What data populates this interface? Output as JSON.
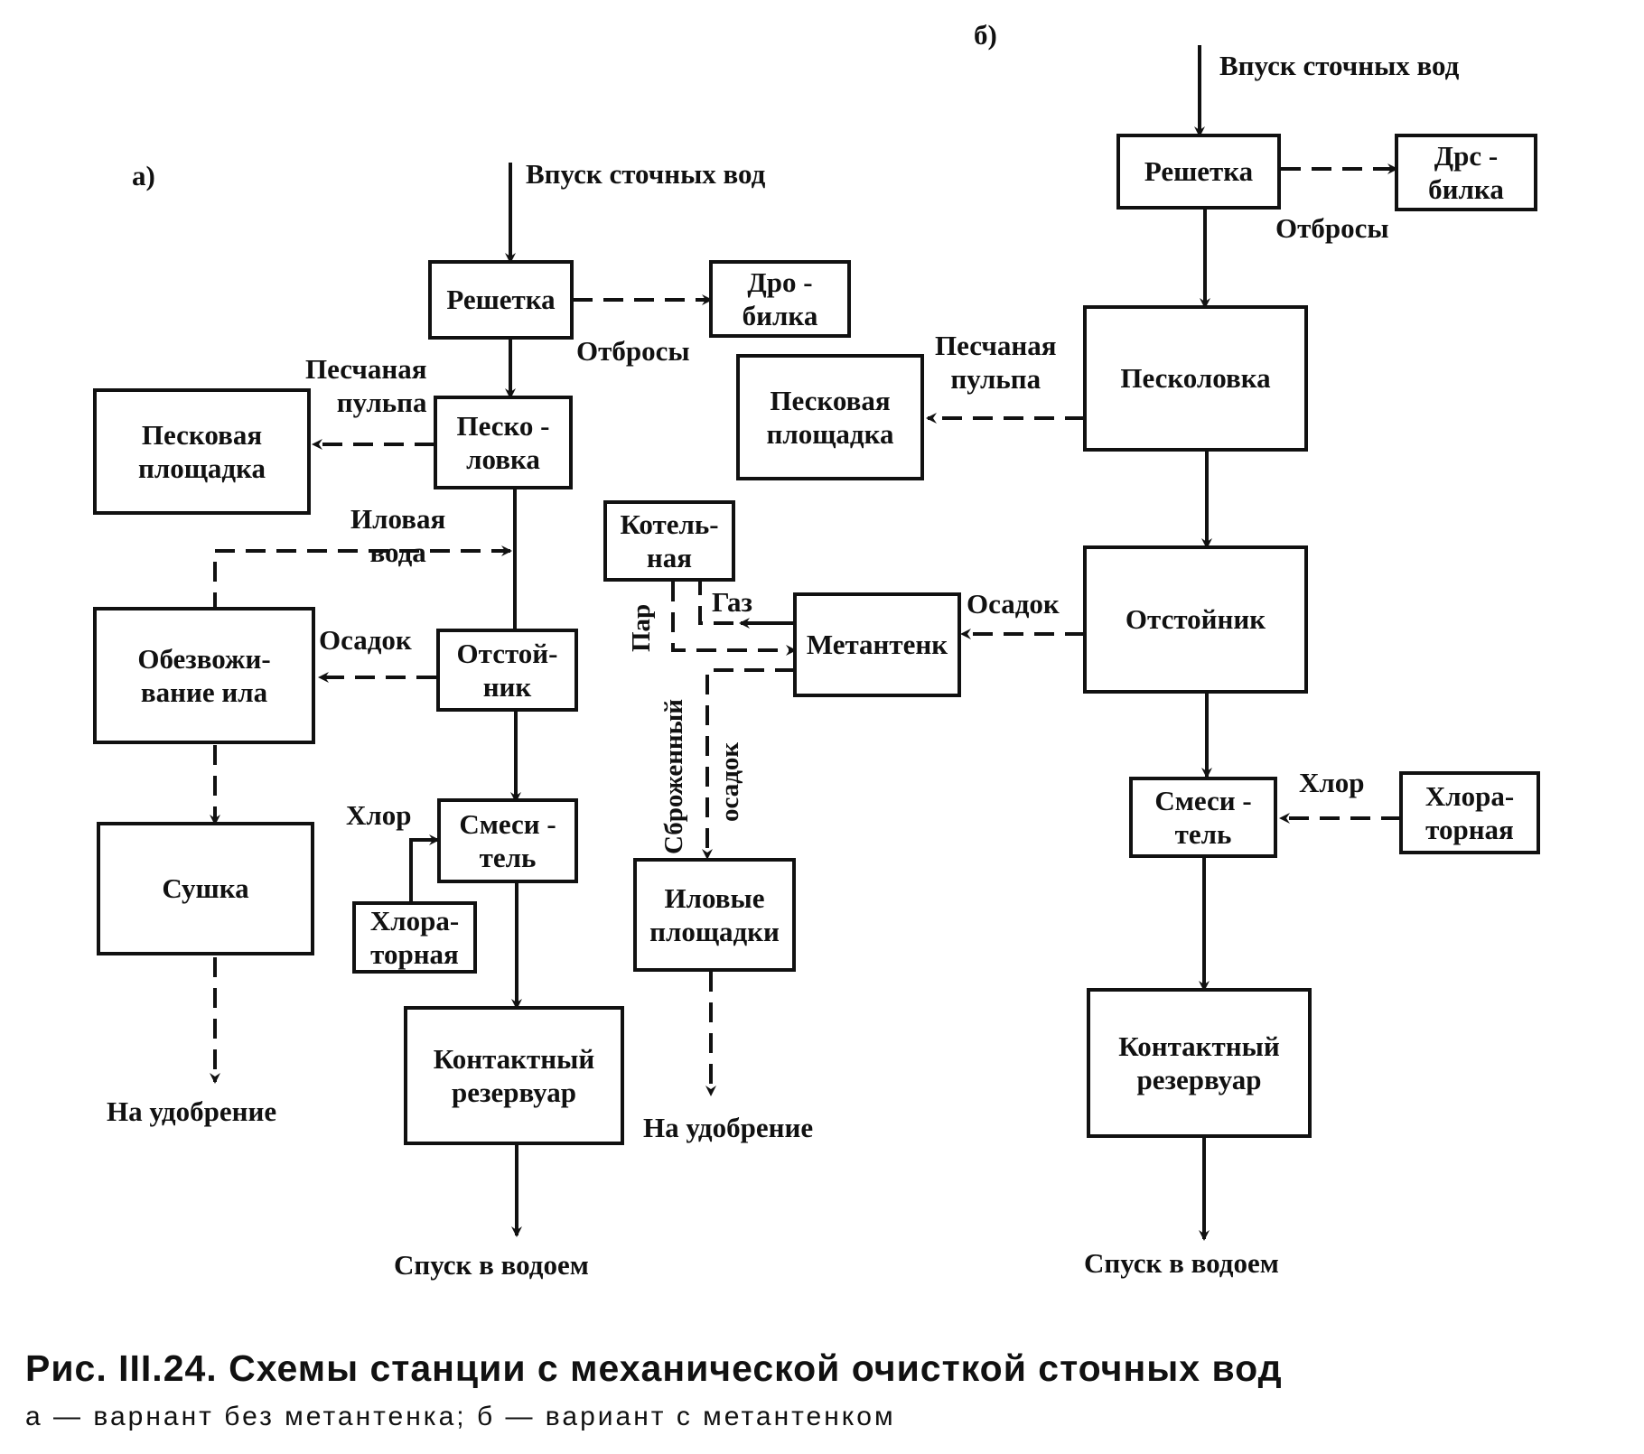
{
  "variant_a": {
    "marker": "а)",
    "inlet": "Впуск сточных вод",
    "screen": "Решетка",
    "crusher": "Дро -\nбилка",
    "screenings": "Отбросы",
    "sand_trap": "Песко -\nловка",
    "sand_pulp": "Песчаная\nпульпа",
    "sand_pad": "Песковая\nплощадка",
    "sludge_water": "Иловая\nвода",
    "settler": "Отстой-\nник",
    "sediment": "Осадок",
    "dewatering": "Обезвожи-\nвание ила",
    "drying": "Сушка",
    "fertilizer": "На удобрение",
    "chlorine": "Хлор",
    "mixer": "Смеси -\nтель",
    "chlorinator": "Хлора-\nторная",
    "contact_tank": "Контактный\nрезервуар",
    "discharge": "Спуск в водоем"
  },
  "variant_b": {
    "marker": "б)",
    "inlet": "Впуск сточных вод",
    "screen": "Решетка",
    "crusher": "Дрс -\nбилка",
    "screenings": "Отбросы",
    "sand_trap": "Песколовка",
    "sand_pulp": "Песчаная\nпульпа",
    "sand_pad": "Песковая\nплощадка",
    "boiler": "Котель-\nная",
    "steam": "Пар",
    "gas": "Газ",
    "digester": "Метантенк",
    "sediment": "Осадок",
    "settler": "Отстойник",
    "digested_sediment": "Сброженный",
    "digested_sediment_2": "осадок",
    "sludge_beds": "Иловые\nплощадки",
    "fertilizer": "На удобрение",
    "chlorine": "Хлор",
    "mixer": "Смеси -\nтель",
    "chlorinator": "Хлора-\nторная",
    "contact_tank": "Контактный\nрезервуар",
    "discharge": "Спуск в водоем"
  },
  "caption": {
    "title": "Рис. III.24. Схемы станции с механической очисткой сточных вод",
    "subtitle": "а — варнант без метантенка; б — вариант с метантенком"
  }
}
